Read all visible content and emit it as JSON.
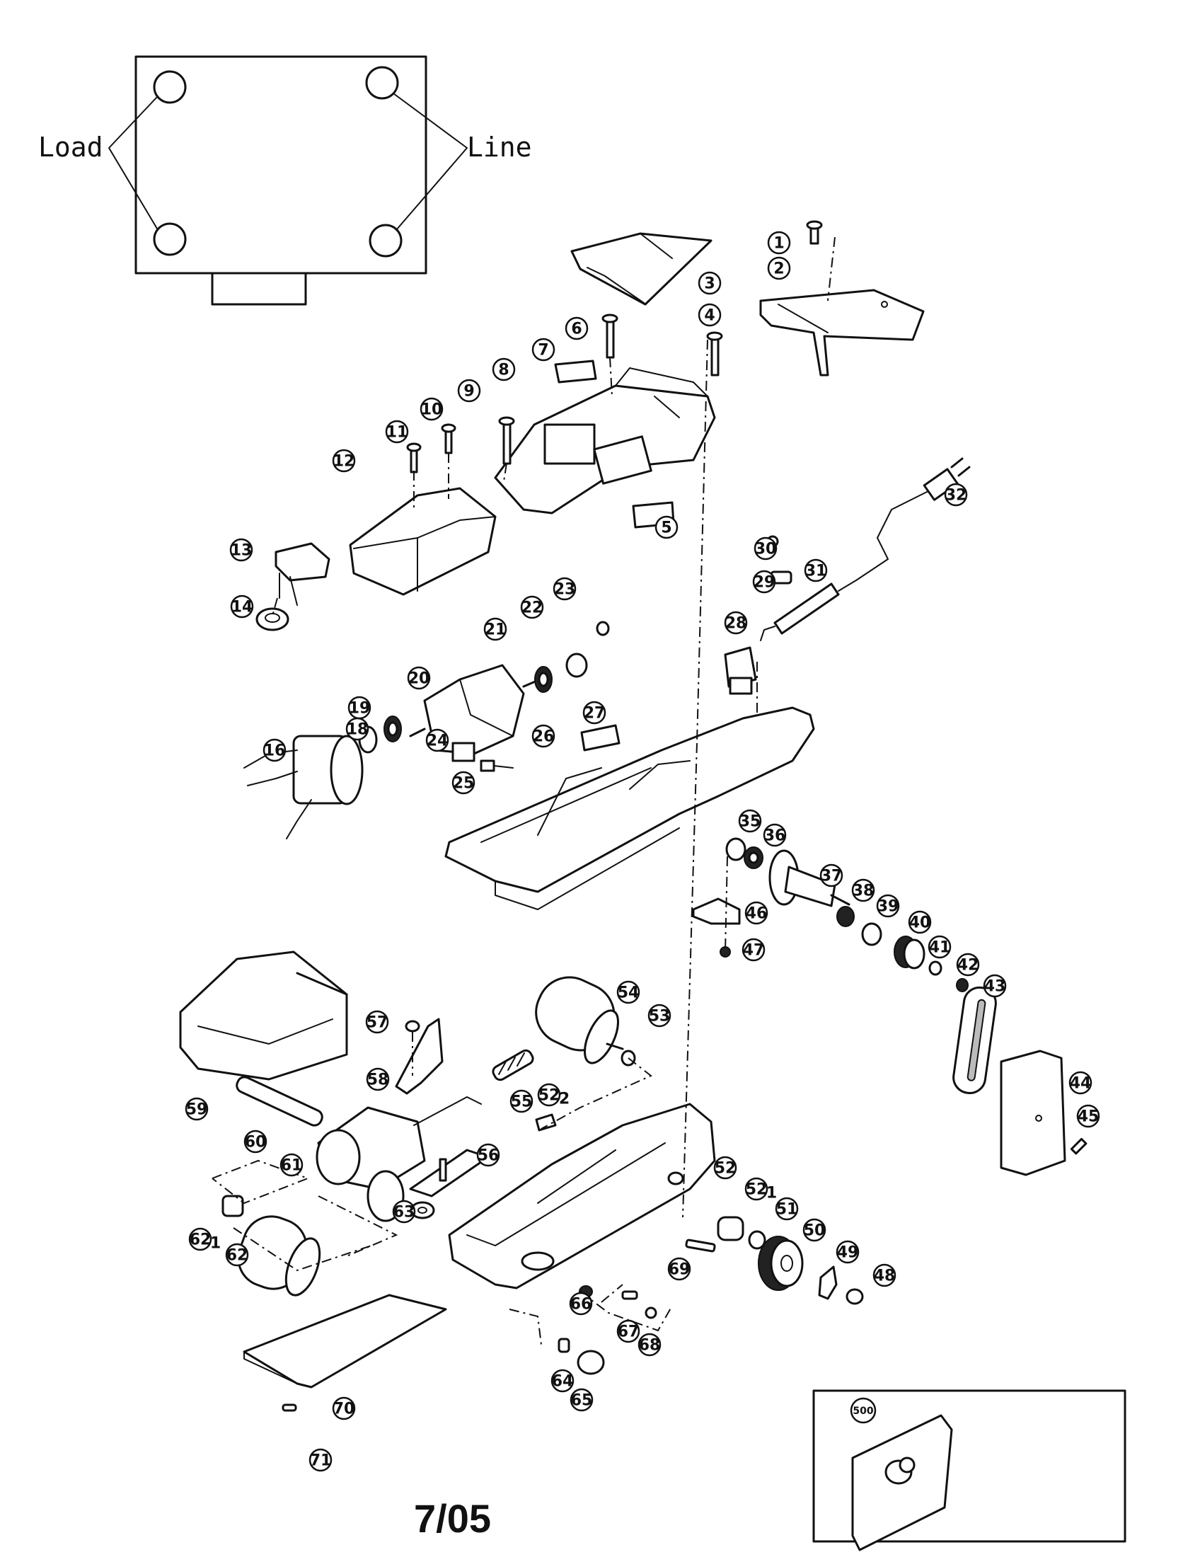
{
  "switch_diagram": {
    "load_label": "Load",
    "line_label": "Line"
  },
  "parts": [
    {
      "id": "1"
    },
    {
      "id": "2"
    },
    {
      "id": "3"
    },
    {
      "id": "4"
    },
    {
      "id": "5"
    },
    {
      "id": "6"
    },
    {
      "id": "7"
    },
    {
      "id": "8"
    },
    {
      "id": "9"
    },
    {
      "id": "10"
    },
    {
      "id": "11"
    },
    {
      "id": "12"
    },
    {
      "id": "13"
    },
    {
      "id": "14"
    },
    {
      "id": "16"
    },
    {
      "id": "18"
    },
    {
      "id": "19"
    },
    {
      "id": "20"
    },
    {
      "id": "21"
    },
    {
      "id": "22"
    },
    {
      "id": "23"
    },
    {
      "id": "24"
    },
    {
      "id": "25"
    },
    {
      "id": "26"
    },
    {
      "id": "27"
    },
    {
      "id": "28"
    },
    {
      "id": "29"
    },
    {
      "id": "30"
    },
    {
      "id": "31"
    },
    {
      "id": "32"
    },
    {
      "id": "35"
    },
    {
      "id": "36"
    },
    {
      "id": "37"
    },
    {
      "id": "38"
    },
    {
      "id": "39"
    },
    {
      "id": "40"
    },
    {
      "id": "41"
    },
    {
      "id": "42"
    },
    {
      "id": "43"
    },
    {
      "id": "44"
    },
    {
      "id": "45"
    },
    {
      "id": "46"
    },
    {
      "id": "47"
    },
    {
      "id": "48"
    },
    {
      "id": "49"
    },
    {
      "id": "50"
    },
    {
      "id": "51"
    },
    {
      "id": "52",
      "suffix": "-1"
    },
    {
      "id": "52"
    },
    {
      "id": "52",
      "suffix": "-2"
    },
    {
      "id": "53"
    },
    {
      "id": "54"
    },
    {
      "id": "55"
    },
    {
      "id": "56"
    },
    {
      "id": "57"
    },
    {
      "id": "58"
    },
    {
      "id": "59"
    },
    {
      "id": "60"
    },
    {
      "id": "61"
    },
    {
      "id": "62"
    },
    {
      "id": "62",
      "suffix": "-1"
    },
    {
      "id": "63"
    },
    {
      "id": "64"
    },
    {
      "id": "65"
    },
    {
      "id": "66"
    },
    {
      "id": "67"
    },
    {
      "id": "68"
    },
    {
      "id": "69"
    },
    {
      "id": "70"
    },
    {
      "id": "71"
    },
    {
      "id": "500"
    }
  ],
  "footer": {
    "code": "7/05"
  }
}
